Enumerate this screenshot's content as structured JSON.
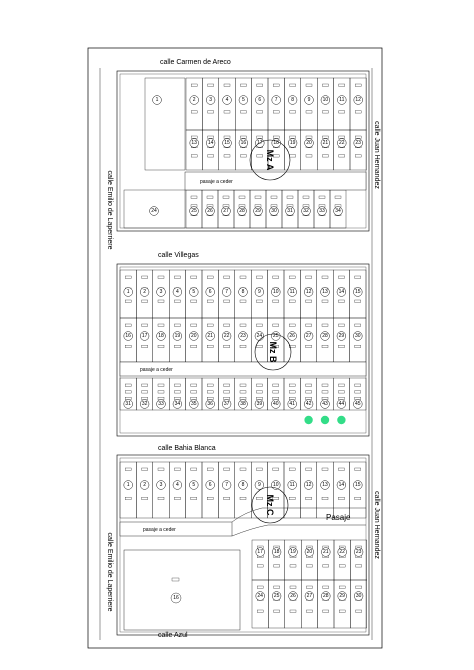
{
  "streets": {
    "top": "calle Carmen de Areco",
    "mid1": "calle Villegas",
    "mid2": "calle Bahia Blanca",
    "bottom": "calle Azul",
    "left": "calle Emilio de Laperriere",
    "right": "calle Juan Hernandez"
  },
  "blocks": {
    "a": {
      "label": "Mz A",
      "passage": "pasaje a ceder",
      "top_row": [
        "1",
        "2",
        "3",
        "4",
        "5",
        "6",
        "7",
        "8",
        "9",
        "10",
        "11",
        "12"
      ],
      "second_row": [
        "13",
        "14",
        "15",
        "16",
        "17",
        "18",
        "19",
        "20",
        "21",
        "22",
        "23"
      ],
      "bottom_row": [
        "24",
        "25",
        "26",
        "27",
        "28",
        "29",
        "30",
        "31",
        "32",
        "33",
        "34"
      ]
    },
    "b": {
      "label": "Mz B",
      "passage": "pasaje a ceder",
      "top_row": [
        "1",
        "2",
        "3",
        "4",
        "5",
        "6",
        "7",
        "8",
        "9",
        "10",
        "11",
        "12",
        "13",
        "14",
        "15"
      ],
      "second_row": [
        "16",
        "17",
        "18",
        "19",
        "20",
        "21",
        "22",
        "23",
        "24",
        "25",
        "26",
        "27",
        "28",
        "29",
        "30"
      ],
      "bottom_row": [
        "31",
        "32",
        "33",
        "34",
        "35",
        "36",
        "37",
        "38",
        "39",
        "40",
        "41",
        "42",
        "43",
        "44",
        "45"
      ],
      "highlighted": [
        "42",
        "43",
        "44"
      ]
    },
    "c": {
      "label": "Mz C",
      "passage": "pasaje a ceder",
      "pasaje_label": "Pasaje",
      "top_row": [
        "1",
        "2",
        "3",
        "4",
        "5",
        "6",
        "7",
        "8",
        "9",
        "10",
        "11",
        "12",
        "13",
        "14",
        "15"
      ],
      "mid_row": [
        "17",
        "18",
        "19",
        "20",
        "21",
        "22",
        "23"
      ],
      "bottom_row": [
        "24",
        "25",
        "26",
        "27",
        "28",
        "29",
        "30"
      ],
      "large_lot": "16"
    }
  },
  "colors": {
    "line": "#000000",
    "highlight": "#33dd88"
  }
}
